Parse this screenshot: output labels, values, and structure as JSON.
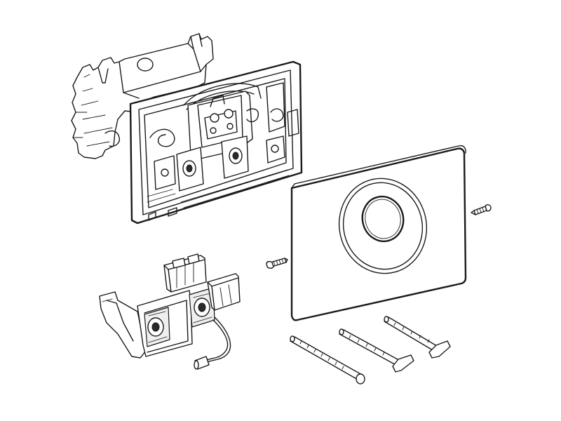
{
  "figure": {
    "background_color": "#ffffff",
    "line_color": "#1a1a1a",
    "parts": [
      {
        "name": "mounting-bracket"
      },
      {
        "name": "actuator-frame"
      },
      {
        "name": "cover-plate-with-round-button"
      },
      {
        "name": "fixing-screw-left"
      },
      {
        "name": "fixing-screw-right"
      },
      {
        "name": "valve-unit-with-cable"
      },
      {
        "name": "extension-rod-1"
      },
      {
        "name": "extension-rod-2"
      },
      {
        "name": "extension-rod-3"
      }
    ]
  }
}
